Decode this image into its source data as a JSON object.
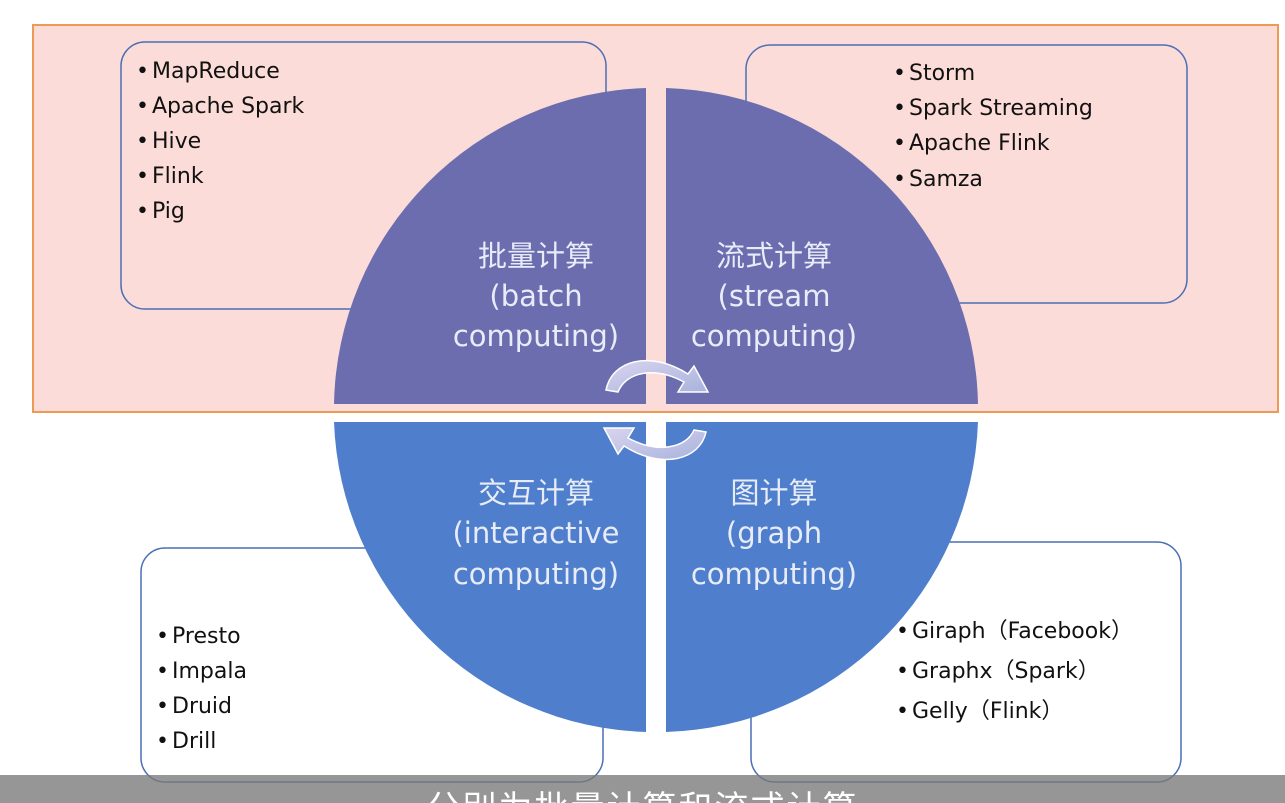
{
  "colors": {
    "top_band_fill": "#fcdcd8",
    "top_band_border": "#ed9a55",
    "top_quadrants": "#6b6dae",
    "bottom_quadrants": "#4f7fcc",
    "box_border": "#4a6fb5",
    "arrow": "#b9b6da"
  },
  "quadrants": {
    "batch": {
      "cn": "批量计算",
      "en1": "(batch",
      "en2": "computing)"
    },
    "stream": {
      "cn": "流式计算",
      "en1": "(stream",
      "en2": "computing)"
    },
    "interactive": {
      "cn": "交互计算",
      "en1": "(interactive",
      "en2": "computing)"
    },
    "graph": {
      "cn": "图计算",
      "en1": "(graph",
      "en2": "computing)"
    }
  },
  "lists": {
    "batch": [
      "MapReduce",
      "Apache Spark",
      "Hive",
      "Flink",
      "Pig"
    ],
    "stream": [
      "Storm",
      "Spark Streaming",
      "Apache Flink",
      "Samza"
    ],
    "interactive": [
      "Presto",
      "Impala",
      "Druid",
      "Drill"
    ],
    "graph": [
      "Giraph（Facebook）",
      "Graphx（Spark）",
      "Gelly（Flink）"
    ]
  },
  "bullet": "•",
  "icons": [
    "cycle-arrow-icon"
  ],
  "caption": "分别为批量计算和流式计算"
}
